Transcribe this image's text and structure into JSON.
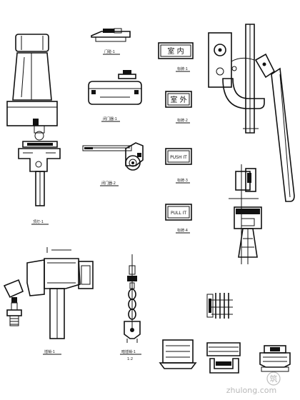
{
  "drawing": {
    "labels": {
      "cap_lamp": "顶灯-1",
      "small_hinge": "门碰-1",
      "door_closer": "闭门器-1",
      "closer_arm": "闭门器-2",
      "sign_inner": "标牌-1",
      "sign_outer": "标牌-2",
      "sign_push": "标牌-3",
      "sign_pull": "标牌-4",
      "latch": "插销-1",
      "chain_bolt": "暗插销-1",
      "chain_sub": "1:2"
    },
    "plates": {
      "inner": "室  内",
      "outer": "室  外",
      "push": "PUSH IT",
      "pull": "PULL IT"
    },
    "watermark": {
      "site": "zhulong.com",
      "badge": "筑"
    }
  }
}
